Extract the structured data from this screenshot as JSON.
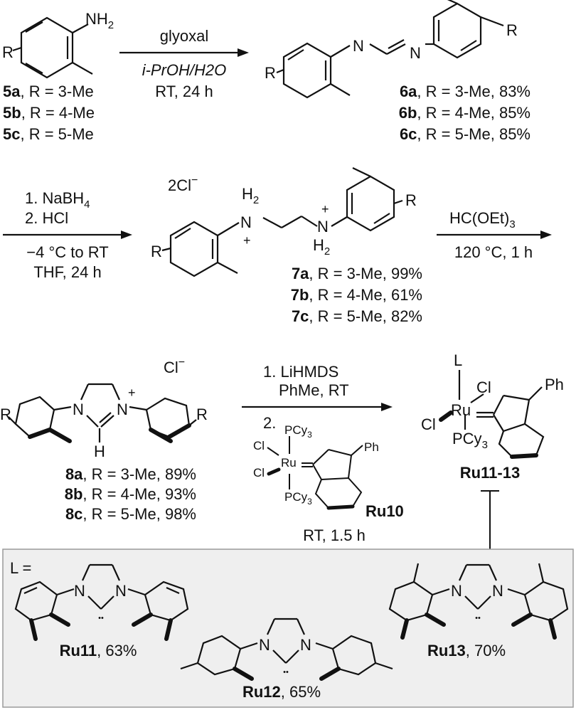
{
  "step1": {
    "reagent": "glyoxal",
    "solvent": "i-PrOH/H2O",
    "conditions": "RT, 24 h",
    "start_sub": "NH",
    "start_sub_index": "2",
    "start_r": "R",
    "product_r_left": "R",
    "product_r_right": "R",
    "product_n1": "N",
    "product_n2": "N",
    "reactants": [
      {
        "label": "5a",
        "text": ", R = 3-Me"
      },
      {
        "label": "5b",
        "text": ", R = 4-Me"
      },
      {
        "label": "5c",
        "text": ", R = 5-Me"
      }
    ],
    "products": [
      {
        "label": "6a",
        "text": ", R = 3-Me, 83%"
      },
      {
        "label": "6b",
        "text": ", R = 4-Me, 85%"
      },
      {
        "label": "6c",
        "text": ", R = 5-Me, 85%"
      }
    ]
  },
  "step2": {
    "reagent1": "1. NaBH",
    "reagent1_index": "4",
    "reagent2": "2. HCl",
    "conditions1": "−4 °C to RT",
    "conditions2": "THF, 24 h",
    "counterion": "2Cl",
    "counterion_charge": "−",
    "plus": "+",
    "h2": "H",
    "h2_index": "2",
    "n": "N",
    "r": "R",
    "products": [
      {
        "label": "7a",
        "text": ", R = 3-Me, 99%"
      },
      {
        "label": "7b",
        "text": ", R = 4-Me, 61%"
      },
      {
        "label": "7c",
        "text": ", R = 5-Me, 82%"
      }
    ]
  },
  "step3": {
    "reagent": "HC(OEt)",
    "reagent_index": "3",
    "conditions": "120 °C, 1 h"
  },
  "step4": {
    "counterion": "Cl",
    "counterion_charge": "−",
    "plus": "+",
    "n": "N",
    "h": "H",
    "r": "R",
    "reagent1": "1. LiHMDS",
    "reagent1b": "PhMe, RT",
    "reagent2": "2.",
    "conditions": "RT, 1.5 h",
    "ru10": {
      "pcy": "PCy",
      "pcy_index": "3",
      "cl": "Cl",
      "ru": "Ru",
      "ph": "Ph",
      "label": "Ru10"
    },
    "salts": [
      {
        "label": "8a",
        "text": ", R = 3-Me, 89%"
      },
      {
        "label": "8b",
        "text": ", R = 4-Me, 93%"
      },
      {
        "label": "8c",
        "text": ", R = 5-Me, 98%"
      }
    ]
  },
  "product": {
    "l": "L",
    "cl": "Cl",
    "ru": "Ru",
    "ph": "Ph",
    "pcy": "PCy",
    "pcy_index": "3",
    "label": "Ru11-13"
  },
  "ligands": {
    "prefix": "L =",
    "n": "N",
    "dots": "••",
    "items": [
      {
        "label": "Ru11",
        "yield": ", 63%"
      },
      {
        "label": "Ru12",
        "yield": ", 65%"
      },
      {
        "label": "Ru13",
        "yield": ", 70%"
      }
    ]
  },
  "colors": {
    "panel_fill": "#efefef",
    "panel_stroke": "#9a9a9a",
    "ink": "#111111"
  }
}
